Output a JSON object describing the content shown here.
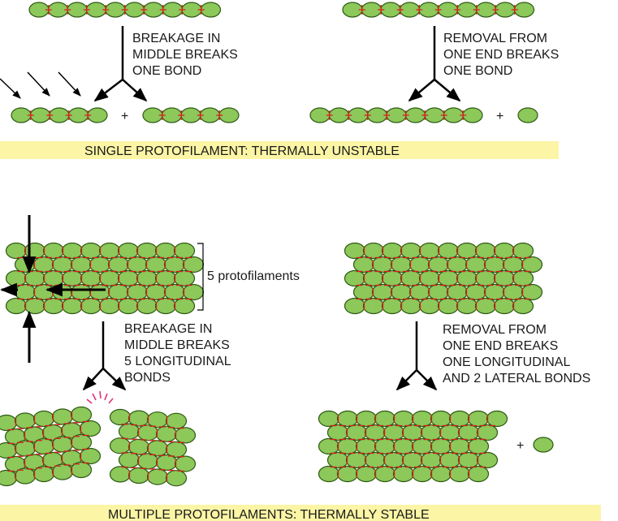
{
  "labels": {
    "single_middle": [
      "BREAKAGE IN",
      "MIDDLE BREAKS",
      "ONE BOND"
    ],
    "single_end": [
      "REMOVAL FROM",
      "ONE END BREAKS",
      "ONE BOND"
    ],
    "single_band": "SINGLE PROTOFILAMENT: THERMALLY UNSTABLE",
    "protofilament_count": "5 protofilaments",
    "multi_middle": [
      "BREAKAGE IN",
      "MIDDLE BREAKS",
      "5 LONGITUDINAL",
      "BONDS"
    ],
    "multi_end": [
      "REMOVAL FROM",
      "ONE END BREAKS",
      "ONE LONGITUDINAL",
      "AND 2 LATERAL BONDS"
    ],
    "multi_band": "MULTIPLE PROTOFILAMENTS: THERMALLY STABLE",
    "plus": "+"
  },
  "colors": {
    "subunit_fill": "#8cc85a",
    "subunit_stroke": "#2e5a12",
    "bond": "#d81e1e",
    "band": "#fbf5a5",
    "burst": "#e0307a",
    "arrow": "#000000"
  }
}
